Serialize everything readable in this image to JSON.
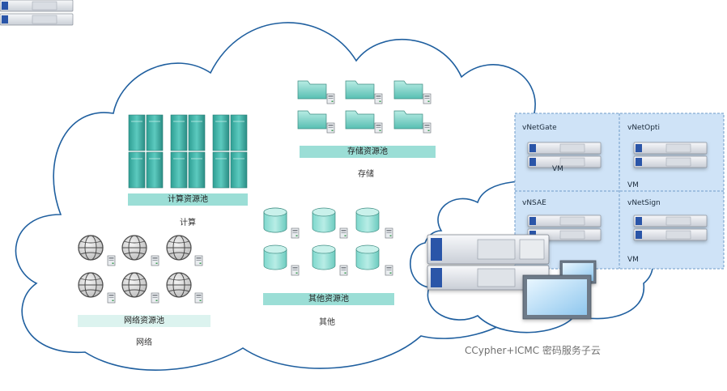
{
  "pools": {
    "compute": {
      "bar_label": "计算资源池",
      "caption": "计算"
    },
    "storage": {
      "bar_label": "存储资源池",
      "caption": "存储"
    },
    "network": {
      "bar_label": "网络资源池",
      "caption": "网络"
    },
    "other": {
      "bar_label": "其他资源池",
      "caption": "其他"
    }
  },
  "vms": [
    {
      "name": "vNetGate",
      "tag": "VM"
    },
    {
      "name": "vNetOpti",
      "tag": "VM"
    },
    {
      "name": "vNSAE",
      "tag": ""
    },
    {
      "name": "vNetSign",
      "tag": "VM"
    }
  ],
  "cloud_caption": "CCypher+ICMC 密码服务子云",
  "colors": {
    "cloud_outline": "#1f5f9f",
    "pool_bar": "#9bded6",
    "vm_box": "#cfe3f7",
    "server_tower": "#3fb3a7",
    "globe": "#6a6a6a"
  },
  "icons": [
    "server-rack-icon",
    "folder-icon",
    "disk-cylinder-icon",
    "globe-icon",
    "rack-server-icon",
    "monitor-icon",
    "small-device-icon"
  ]
}
